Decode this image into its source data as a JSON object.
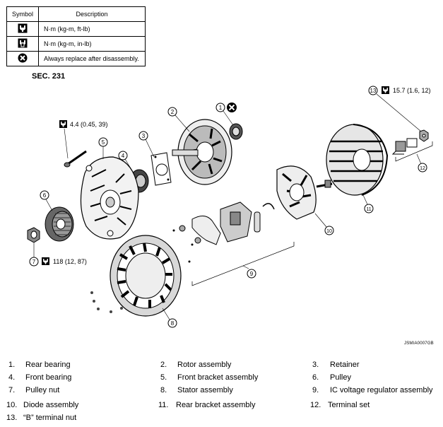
{
  "legend": {
    "header_symbol": "Symbol",
    "header_description": "Description",
    "rows": [
      {
        "icon": "torque-wrench-icon",
        "description": "N·m (kg-m, ft-lb)"
      },
      {
        "icon": "torque-wrench-small-icon",
        "description": "N·m (kg-m, in-lb)"
      },
      {
        "icon": "replace-x-icon",
        "description": "Always replace after disassembly."
      }
    ]
  },
  "section": "SEC. 231",
  "image_code": "JSMIA0007GB",
  "torques": {
    "t13": "15.7 (1.6, 12)",
    "t4": "4.4 (0.45, 39)",
    "t7": "118 (12, 87)"
  },
  "callouts": [
    "1",
    "2",
    "3",
    "4",
    "5",
    "6",
    "7",
    "8",
    "9",
    "10",
    "11",
    "12",
    "13"
  ],
  "parts": [
    {
      "num": "1.",
      "name": "Rear bearing"
    },
    {
      "num": "2.",
      "name": "Rotor assembly"
    },
    {
      "num": "3.",
      "name": "Retainer"
    },
    {
      "num": "4.",
      "name": "Front bearing"
    },
    {
      "num": "5.",
      "name": "Front bracket assembly"
    },
    {
      "num": "6.",
      "name": "Pulley"
    },
    {
      "num": "7.",
      "name": "Pulley nut"
    },
    {
      "num": "8.",
      "name": "Stator assembly"
    },
    {
      "num": "9.",
      "name": "IC voltage regulator assembly"
    },
    {
      "num": "10.",
      "name": "Diode assembly"
    },
    {
      "num": "11.",
      "name": "Rear bracket assembly"
    },
    {
      "num": "12.",
      "name": "Terminal set"
    },
    {
      "num": "13.",
      "name": "“B” terminal nut"
    }
  ]
}
